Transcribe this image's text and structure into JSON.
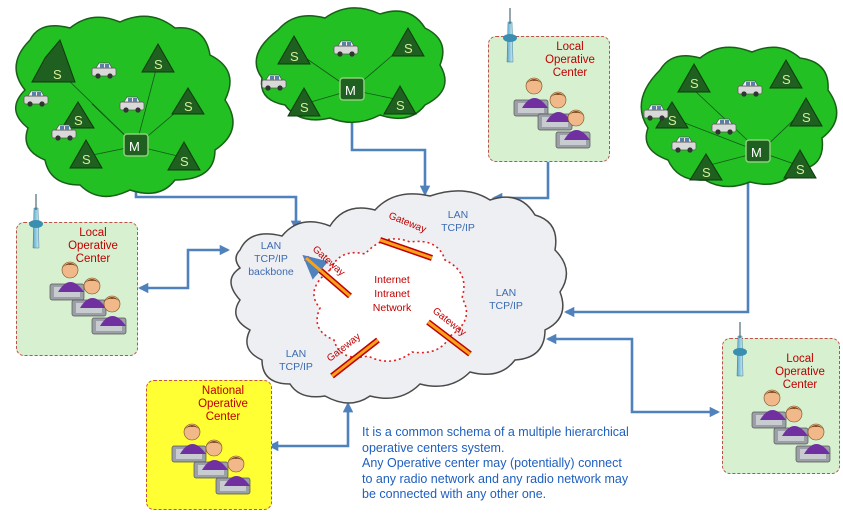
{
  "colors": {
    "cloud_green": "#22c022",
    "cloud_gray": "#eeeff3",
    "arrow_blue": "#4f81bd",
    "gateway_red": "#c00000",
    "gateway_orange": "#f7a21b",
    "title_red": "#c00000",
    "text_blue": "#1f5fbf",
    "center_green": "#d6f0d0",
    "center_yellow": "#ffff33"
  },
  "radio_networks": {
    "slave_label": "S",
    "master_label": "M"
  },
  "centers": {
    "top": [
      "Local",
      "Operative",
      "Center"
    ],
    "left": [
      "Local",
      "Operative",
      "Center"
    ],
    "right": [
      "Local",
      "Operative",
      "Center"
    ],
    "national": [
      "National",
      "Operative",
      "Center"
    ]
  },
  "backbone": {
    "lan_left": [
      "LAN",
      "TCP/IP",
      "backbone"
    ],
    "lan_top": [
      "LAN",
      "TCP/IP"
    ],
    "lan_right": [
      "LAN",
      "TCP/IP"
    ],
    "lan_bottom": [
      "LAN",
      "TCP/IP"
    ],
    "internet": [
      "Internet",
      "Intranet",
      "Network"
    ],
    "gateway_label": "Gateway"
  },
  "note": {
    "lines": [
      "It is a common schema of a multiple hierarchical",
      "operative centers system.",
      "Any Operative center may (potentially) connect",
      "to any radio network and any radio network may",
      "be connected with any other one."
    ]
  }
}
